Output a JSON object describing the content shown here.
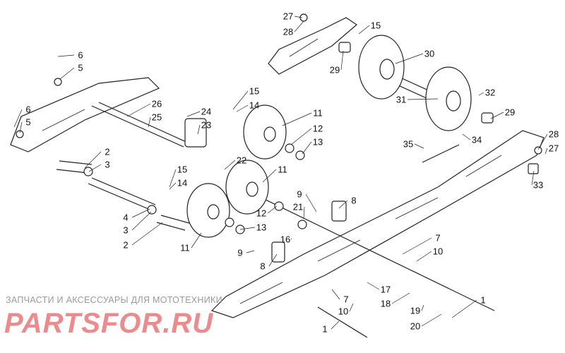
{
  "diagram": {
    "title": "Rear suspension exploded view",
    "callouts": [
      "27",
      "28",
      "15",
      "30",
      "29",
      "31",
      "32",
      "29",
      "35",
      "34",
      "28",
      "27",
      "33",
      "6",
      "5",
      "6",
      "5",
      "26",
      "25",
      "24",
      "23",
      "15",
      "14",
      "11",
      "12",
      "13",
      "22",
      "2",
      "3",
      "15",
      "14",
      "11",
      "9",
      "21",
      "8",
      "12",
      "13",
      "4",
      "3",
      "2",
      "11",
      "16",
      "9",
      "8",
      "7",
      "10",
      "7",
      "10",
      "17",
      "18",
      "19",
      "1",
      "20",
      "1"
    ]
  },
  "watermark": {
    "caption": "ЗАПЧАСТИ И АКСЕССУАРЫ ДЛЯ МОТОТЕХНИКИ",
    "brand": "PARTSFOR.RU"
  },
  "colors": {
    "line": "#222222",
    "watermark_brand": "#e8777a",
    "watermark_caption": "#9a9a9a"
  }
}
